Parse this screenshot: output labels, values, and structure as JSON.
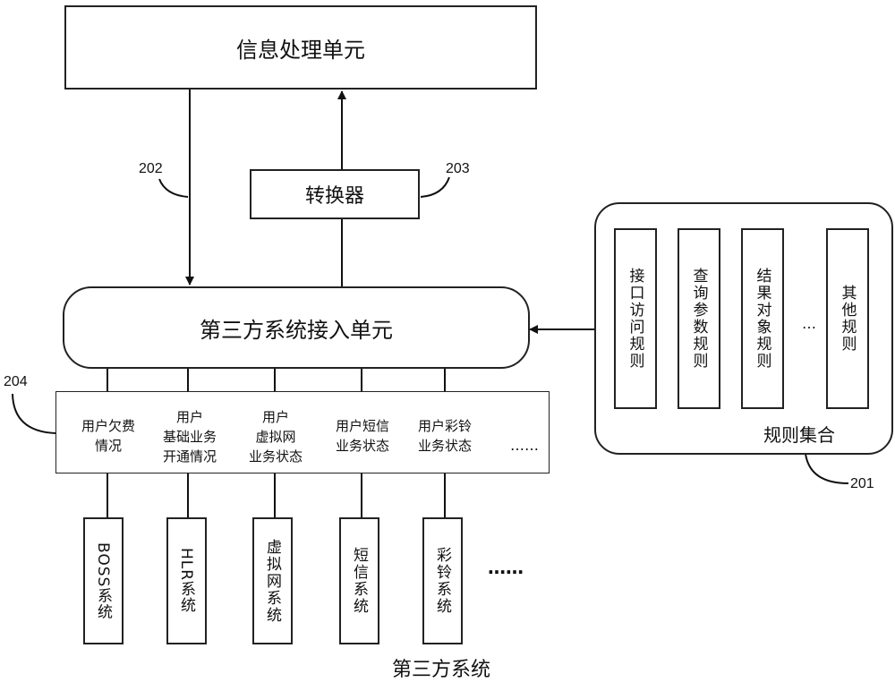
{
  "units": {
    "info_processing": "信息处理单元",
    "converter": "转换器",
    "access_unit": "第三方系统接入单元"
  },
  "refs": {
    "r201": "201",
    "r202": "202",
    "r203": "203",
    "r204": "204"
  },
  "rule_set": {
    "caption": "规则集合",
    "rules": [
      "接口访问规则",
      "查询参数规则",
      "结果对象规则",
      "其他规则"
    ],
    "ellipsis": "…"
  },
  "status_items": [
    "用户欠费\n情况",
    "用户\n基础业务\n开通情况",
    "用户\n虚拟网\n业务状态",
    "用户短信\n业务状态",
    "用户彩铃\n业务状态",
    "……"
  ],
  "third_party": {
    "caption": "第三方系统",
    "systems": [
      "BOSS系统",
      "HLR系统",
      "虚拟网系统",
      "短信系统",
      "彩铃系统"
    ],
    "ellipsis": "……"
  }
}
